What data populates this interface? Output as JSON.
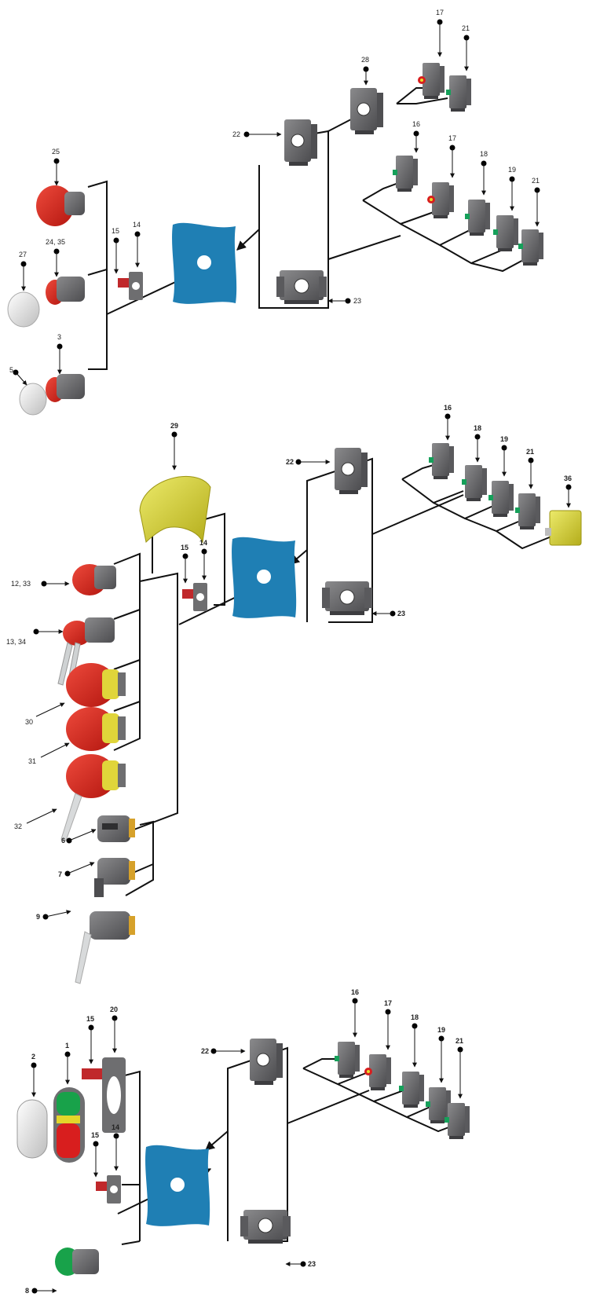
{
  "diagram_1": {
    "labels": {
      "l17": "17",
      "l21a": "21",
      "l28": "28",
      "l22": "22",
      "l16": "16",
      "l17b": "17",
      "l18": "18",
      "l19": "19",
      "l21b": "21",
      "l25": "25",
      "l24_35": "24, 35",
      "l27": "27",
      "l15": "15",
      "l14": "14",
      "l23": "23",
      "l3": "3",
      "l5": "5"
    }
  },
  "diagram_2": {
    "labels": {
      "l29": "29",
      "l16": "16",
      "l18": "18",
      "l19": "19",
      "l21": "21",
      "l36": "36",
      "l22": "22",
      "l15": "15",
      "l14": "14",
      "l12_33": "12, 33",
      "l13_34": "13, 34",
      "l23": "23",
      "l30": "30",
      "l31": "31",
      "l32": "32",
      "l6": "6",
      "l7": "7",
      "l9": "9"
    }
  },
  "diagram_3": {
    "labels": {
      "l16": "16",
      "l17": "17",
      "l18": "18",
      "l19": "19",
      "l21": "21",
      "l15a": "15",
      "l20": "20",
      "l22": "22",
      "l1": "1",
      "l2": "2",
      "l15b": "15",
      "l14": "14",
      "l23": "23",
      "l8": "8"
    }
  },
  "colors": {
    "plate_blue": "#1f7fb4",
    "red": "#d81e1e",
    "yellow": "#d9d22a",
    "module_grey": "#6e6e70",
    "green_contact": "#16a05a",
    "label_red": "#c0282b"
  }
}
